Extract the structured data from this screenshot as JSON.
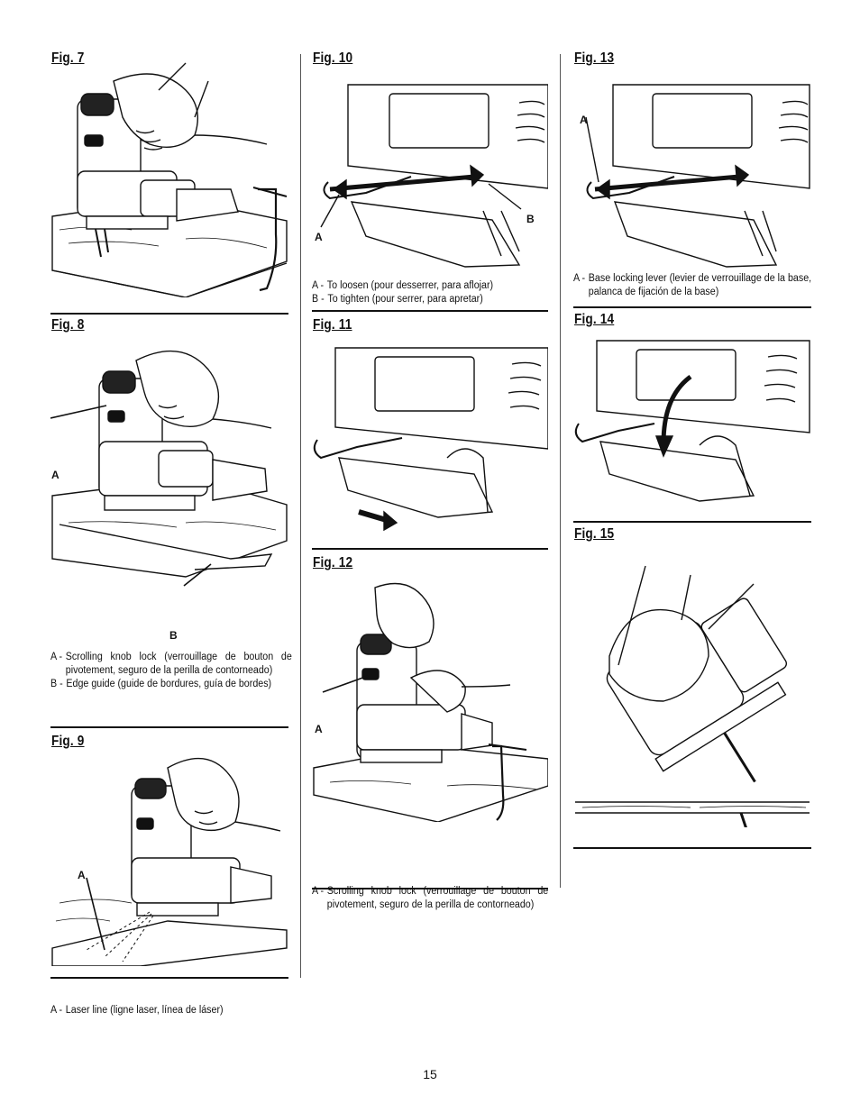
{
  "page": {
    "number": "15"
  },
  "figures": {
    "fig7": {
      "label": "Fig. 7"
    },
    "fig8": {
      "label": "Fig. 8",
      "callouts": [
        "A",
        "B"
      ],
      "captions": [
        {
          "key": "A -",
          "text": "Scrolling knob lock (verrouillage de bouton de pivotement, seguro de la perilla de contorneado)"
        },
        {
          "key": "B -",
          "text": "Edge guide (guide de bordures, guía de bordes)"
        }
      ]
    },
    "fig9": {
      "label": "Fig. 9",
      "callouts": [
        "A"
      ],
      "captions": [
        {
          "key": "A -",
          "text": "Laser line (ligne laser, línea de láser)"
        }
      ]
    },
    "fig10": {
      "label": "Fig. 10",
      "callouts": [
        "A",
        "B"
      ],
      "captions": [
        {
          "key": "A -",
          "text": "To loosen (pour desserrer, para aflojar)"
        },
        {
          "key": "B -",
          "text": "To tighten (pour serrer, para apretar)"
        }
      ]
    },
    "fig11": {
      "label": "Fig. 11"
    },
    "fig12": {
      "label": "Fig. 12",
      "callouts": [
        "A"
      ],
      "captions": [
        {
          "key": "A -",
          "text": "Scrolling knob lock (verrouillage de bouton de pivotement, seguro de la perilla de contorneado)"
        }
      ]
    },
    "fig13": {
      "label": "Fig. 13",
      "callouts": [
        "A"
      ],
      "captions": [
        {
          "key": "A -",
          "text": "Base locking lever (levier de verrouillage de la base, palanca de fijación de la base)"
        }
      ]
    },
    "fig14": {
      "label": "Fig. 14"
    },
    "fig15": {
      "label": "Fig. 15"
    }
  },
  "icons": {
    "fig7": "jigsaw-clamped-board-illustration",
    "fig8": "jigsaw-edge-guide-illustration",
    "fig9": "jigsaw-laser-line-illustration",
    "fig10": "base-lever-loosen-tighten-illustration",
    "fig11": "base-slide-forward-illustration",
    "fig12": "jigsaw-scrolling-knob-illustration",
    "fig13": "base-locking-lever-illustration",
    "fig14": "base-lever-lock-illustration",
    "fig15": "jigsaw-bevel-cut-illustration"
  }
}
